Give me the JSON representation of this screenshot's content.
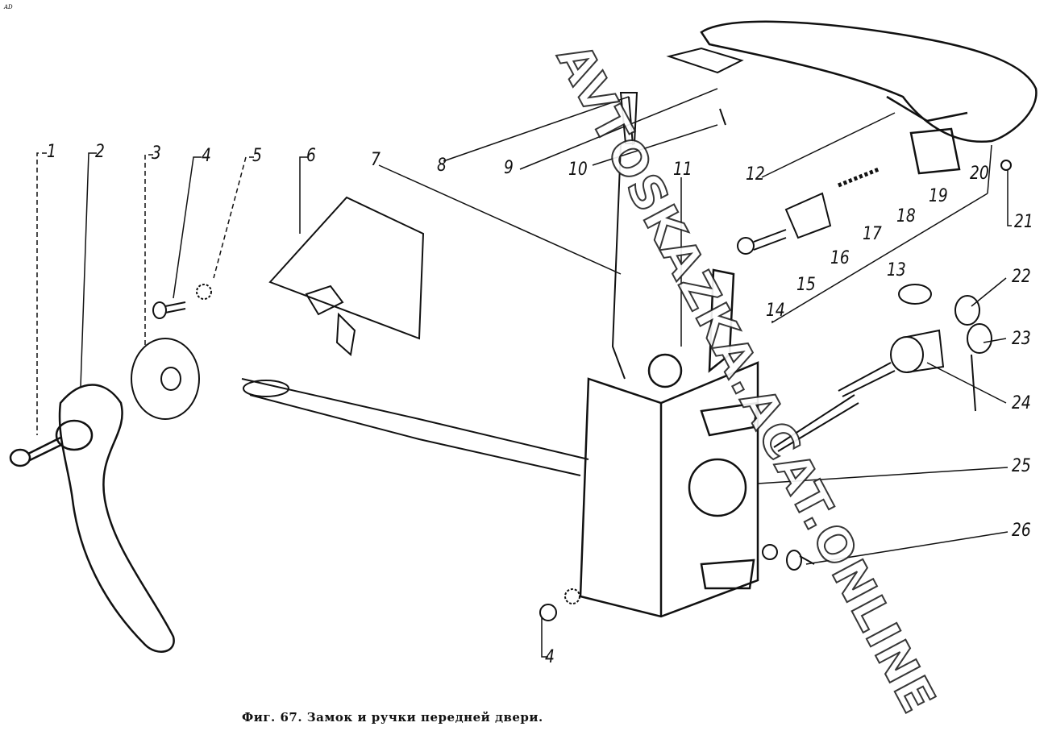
{
  "corner_mark": "AD",
  "labels": [
    "1",
    "2",
    "3",
    "4",
    "5",
    "6",
    "7",
    "8",
    "9",
    "10",
    "11",
    "12",
    "13",
    "14",
    "15",
    "16",
    "17",
    "18",
    "19",
    "20",
    "21",
    "22",
    "23",
    "24",
    "25",
    "26",
    "4"
  ],
  "caption": "Фиг. 67. Замок и ручки передней двери.",
  "watermark": "AVTOSKAZKA.ACAT.ONLINE"
}
